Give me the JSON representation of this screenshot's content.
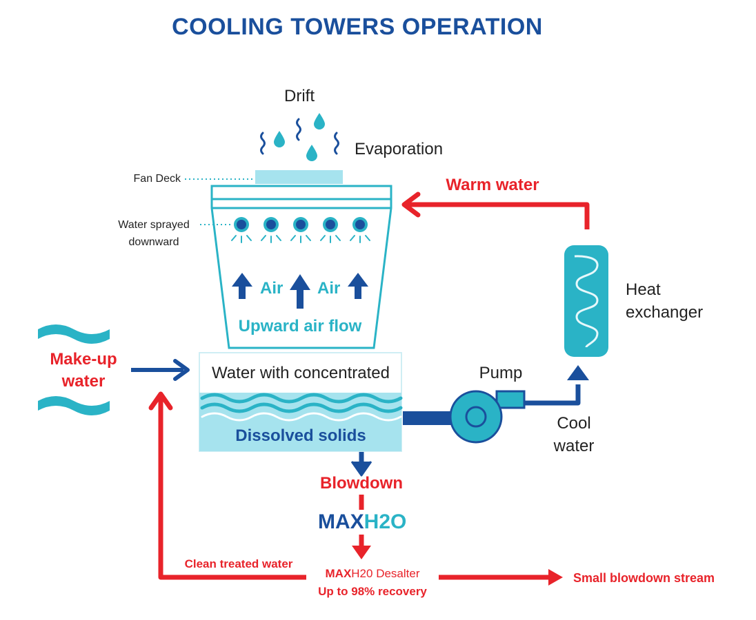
{
  "title": "COOLING TOWERS OPERATION",
  "labels": {
    "drift": "Drift",
    "evaporation": "Evaporation",
    "fan_deck": "Fan Deck",
    "water_sprayed_line1": "Water sprayed",
    "water_sprayed_line2": "downward",
    "air_1": "Air",
    "air_2": "Air",
    "upward_air_flow": "Upward air flow",
    "warm_water": "Warm water",
    "heat_exchanger_line1": "Heat",
    "heat_exchanger_line2": "exchanger",
    "makeup_line1": "Make-up",
    "makeup_line2": "water",
    "water_concentrated": "Water with concentrated",
    "dissolved_solids": "Dissolved solids",
    "pump": "Pump",
    "cool_water_line1": "Cool",
    "cool_water_line2": "water",
    "blowdown": "Blowdown",
    "logo_max": "MAX",
    "logo_h2o": "H2O",
    "clean_treated_water": "Clean treated water",
    "desalter_max": "MAX",
    "desalter_rest": "H20 Desalter",
    "recovery": "Up to 98% recovery",
    "small_blowdown": "Small blowdown stream"
  },
  "colors": {
    "title_blue": "#1a4f9c",
    "dark_blue": "#1a4f9c",
    "teal": "#2ab3c6",
    "light_teal": "#a6e3ee",
    "red": "#e8232a"
  }
}
